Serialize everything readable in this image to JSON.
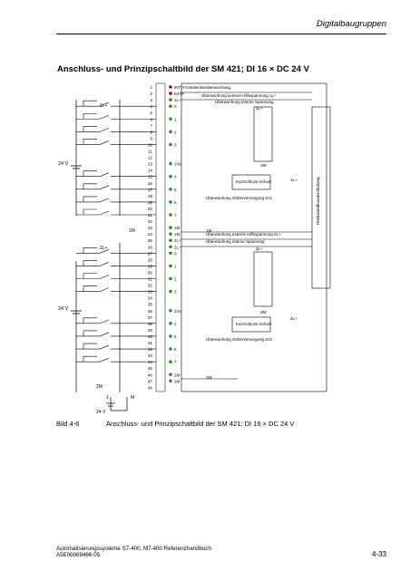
{
  "header": {
    "title": "Digitalbaugruppen"
  },
  "section_title": "Anschluss- und Prinzipschaltbild der SM 421; DI 16 × DC 24 V",
  "diagram": {
    "labels": {
      "supply_upper": "24 V",
      "supply_lower": "24 V",
      "supply_bottom": "24 V",
      "l_plus_1": "1L+",
      "l_plus_2": "2L+",
      "m_1": "1M",
      "m_2": "2M",
      "m_bottom": "M",
      "one_bottom": "1",
      "frontstecker": "Frontsteckerüberwachung",
      "int_f": "INTF",
      "ext_f": "EXTF",
      "ueb_hilfsspannung_1": "Überwachung externe Hilfsspannung 1L+",
      "ueb_interne_1": "Überwachung interne Spannung",
      "lplus_1_inner": "1L+",
      "lplus_2_inner": "2L+",
      "lplus_right_1": "1L+",
      "lplus_right_2": "2L+",
      "kurzschluss_1": "Kurzschluss-Schutz",
      "kurzschluss_2": "Kurzschluss-Schutz",
      "geber_1": "Überwachung Geberversorgung 1Vs",
      "geber_2": "Überwachung Geberversorgung 2Vs",
      "ueb_hilfsspannung_2": "Überwachung externe Hilfsspannung 2L+",
      "ueb_interne_2": "Überwachung interne Spannung",
      "m_inner_1": "1M",
      "m_inner_2": "2M",
      "m_inner_3": "1M",
      "m_inner_4": "2M",
      "vs_1": "1Vs",
      "vs_2": "2Vs",
      "rueckwand": "Rückwandbusanschaltung"
    },
    "pin_numbers": [
      "1",
      "2",
      "3",
      "4",
      "5",
      "6",
      "7",
      "8",
      "9",
      "10",
      "11",
      "12",
      "13",
      "14",
      "15",
      "16",
      "17",
      "18",
      "19",
      "20",
      "21",
      "22",
      "23",
      "24",
      "25",
      "26",
      "27",
      "28",
      "29",
      "30",
      "31",
      "32",
      "33",
      "34",
      "35",
      "36",
      "37",
      "38",
      "39",
      "40",
      "41",
      "42",
      "43",
      "44",
      "45",
      "46",
      "47",
      "48"
    ],
    "pin_signals": [
      "INTF",
      "EXTF",
      "1L+",
      "0",
      "",
      "1",
      "",
      "2",
      "",
      "3",
      "",
      "",
      "1Vs",
      "",
      "4",
      "",
      "5",
      "",
      "6",
      "",
      "7",
      "",
      "1M",
      "1M",
      "2L+",
      "2L+",
      "0",
      "",
      "1",
      "",
      "2",
      "",
      "3",
      "",
      "",
      "2Vs",
      "",
      "4",
      "",
      "5",
      "",
      "6",
      "",
      "7",
      "",
      "2M",
      "2M"
    ],
    "channel_digits": [
      "0",
      "1",
      "2",
      "3",
      "4",
      "5",
      "6",
      "7",
      "0",
      "1",
      "2",
      "3",
      "4",
      "5",
      "6",
      "7"
    ]
  },
  "caption": {
    "label": "Bild 4-6",
    "text": "Anschluss- und Prinzipschaltbild der SM 421; DI 16 × DC 24 V"
  },
  "footer": {
    "line1": "Automatisierungssysteme S7-400, M7-400 Referenzhandbuch",
    "line2": "A5E00069466-05",
    "page": "4-33"
  }
}
